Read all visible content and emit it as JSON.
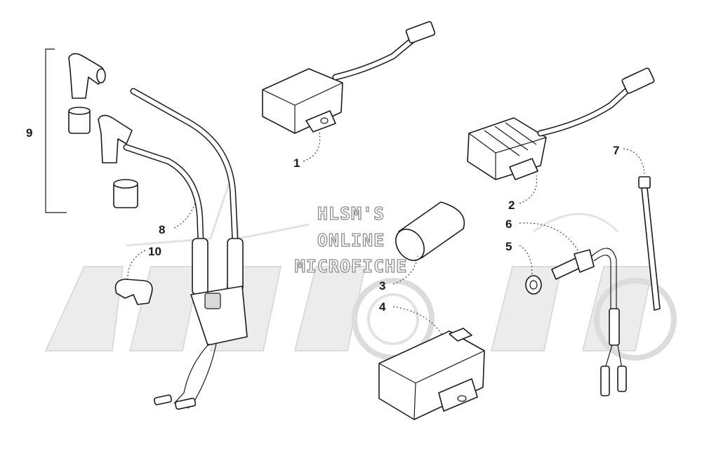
{
  "watermark": {
    "line1": "HLSM'S",
    "line2": "ONLINE",
    "line3": "MICROFICHE"
  },
  "callouts": {
    "c1": "1",
    "c2": "2",
    "c3": "3",
    "c4": "4",
    "c5": "5",
    "c6": "6",
    "c7": "7",
    "c8": "8",
    "c9": "9",
    "c10": "10"
  }
}
